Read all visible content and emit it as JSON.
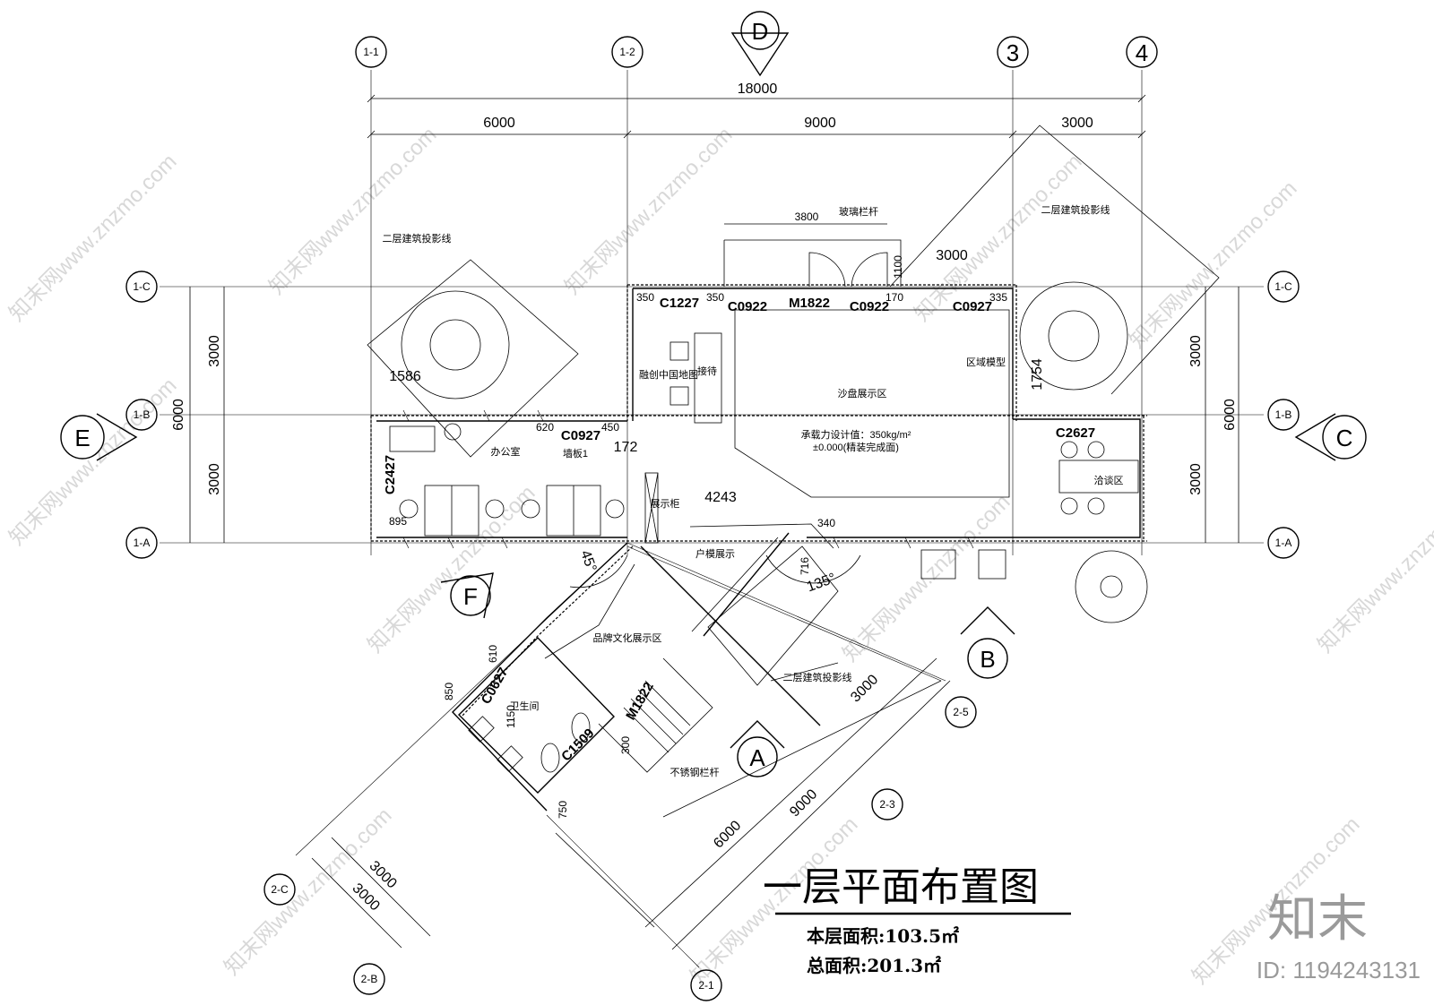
{
  "grid": {
    "x_axes": [
      "1-1",
      "1-2",
      "3",
      "4"
    ],
    "y_axes": [
      "1-C",
      "1-B",
      "1-A"
    ],
    "skew_axes": [
      "2-5",
      "2-3",
      "2-1",
      "2-C",
      "2-B"
    ]
  },
  "view_markers": [
    "D",
    "E",
    "C",
    "F",
    "B",
    "A"
  ],
  "dimensions": {
    "overall": "18000",
    "bays": [
      "6000",
      "9000",
      "3000"
    ],
    "left_rows": [
      "3000",
      "3000"
    ],
    "left_total": "6000",
    "right_rows": [
      "3000",
      "3000"
    ],
    "right_total": "6000",
    "upper_3800": "3800",
    "upper_3000": "3000",
    "d_1100": "1100",
    "d_350a": "350",
    "d_350b": "350",
    "d_170": "170",
    "d_335": "335",
    "d_1586": "1586",
    "d_1754": "1754",
    "d_620": "620",
    "d_450": "450",
    "d_172": "172",
    "d_895": "895",
    "d_4243": "4243",
    "d_340": "340",
    "d_716": "716",
    "d_610": "610",
    "d_850": "850",
    "d_300": "300",
    "d_750": "750",
    "d_1150": "1150",
    "skew_3000_right": "3000",
    "skew_6000": "6000",
    "skew_9000": "9000",
    "skew_3000_a": "3000",
    "skew_3000_b": "3000"
  },
  "angles": {
    "a45": "45°",
    "a135": "135°"
  },
  "openings": {
    "C1227": "C1227",
    "C0922a": "C0922",
    "M1822a": "M1822",
    "C0922b": "C0922",
    "C0927a": "C0927",
    "C0927b": "C0927",
    "C2427": "C2427",
    "C2627": "C2627",
    "C0627": "C0627",
    "M1822b": "M1822",
    "C1509": "C1509"
  },
  "rooms": {
    "office": "办公室",
    "sand_table": "沙盘展示区",
    "reception": "接待",
    "map": "融创中国地图",
    "region_model": "区域模型",
    "negotiation": "洽谈区",
    "display_cabinet": "展示柜",
    "unit_model": "户模展示",
    "brand_culture": "品牌文化展示区",
    "toilet": "卫生间",
    "wall_panel": "墙板1"
  },
  "notes": {
    "load": "承载力设计值：350kg/m²",
    "level": "±0.000(精装完成面)",
    "glass_rail": "玻璃栏杆",
    "stair_rail": "不锈钢栏杆",
    "proj_left": "二层建筑投影线",
    "proj_right": "二层建筑投影线",
    "proj_bottom": "二层建筑投影线"
  },
  "title_block": {
    "title": "一层平面布置图",
    "floor_area": "本层面积:103.5㎡",
    "total_area": "总面积:201.3㎡"
  },
  "watermark": {
    "text": "知末网www.znzmo.com",
    "brand": "知末",
    "id": "ID: 1194243131"
  }
}
